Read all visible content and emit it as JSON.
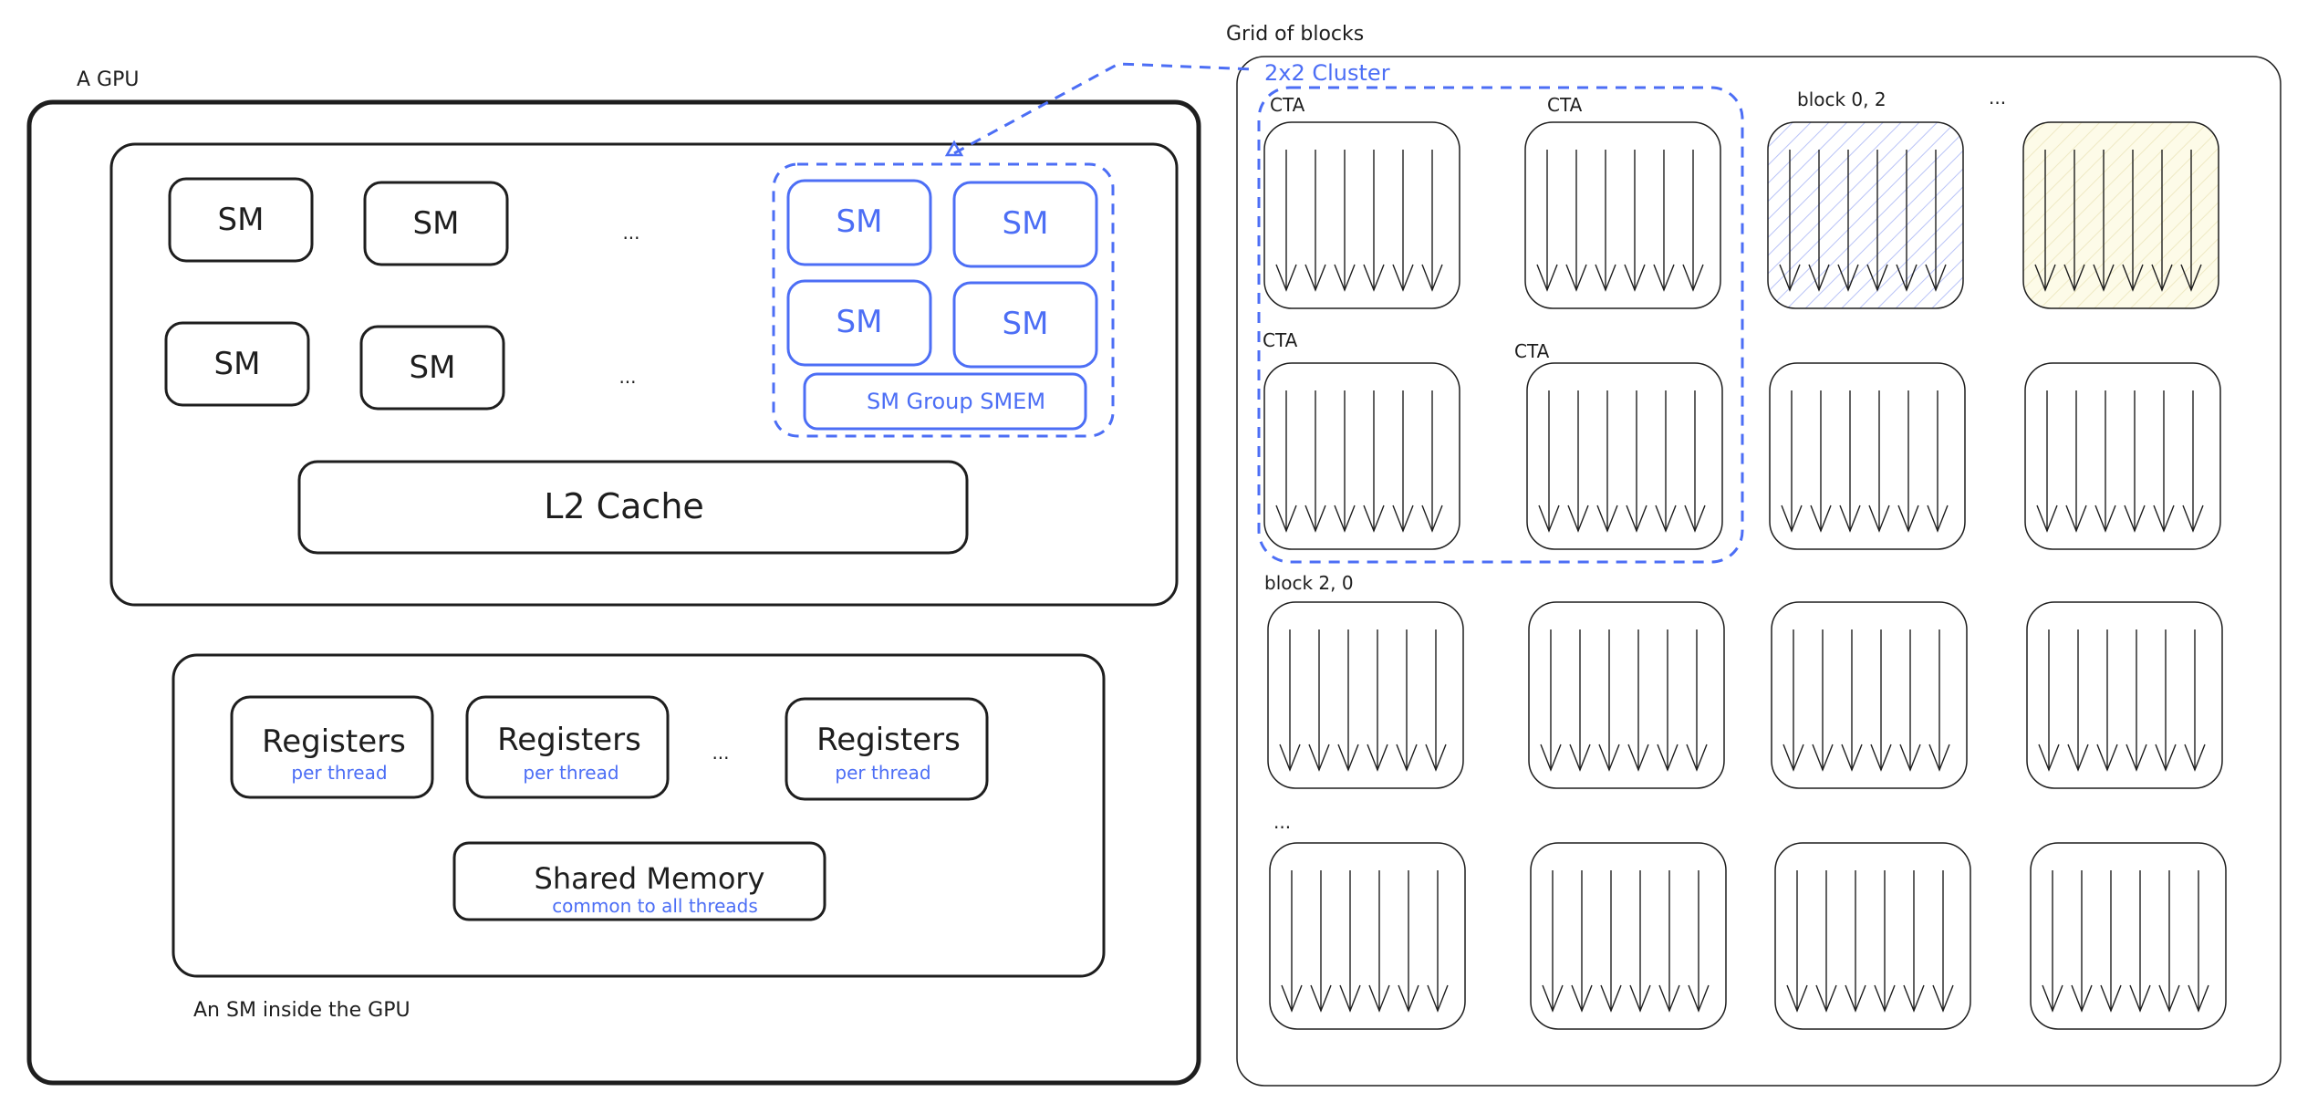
{
  "gpu": {
    "title": "A GPU",
    "sm_label": "SM",
    "ellipsis": "...",
    "sm_group": {
      "sm_label": "SM",
      "smem_label": "SM Group SMEM"
    },
    "l2_cache": "L2 Cache"
  },
  "sm_inside": {
    "caption": "An SM inside the GPU",
    "registers": [
      {
        "label": "Registers",
        "sub": "per thread"
      },
      {
        "label": "Registers",
        "sub": "per thread"
      },
      {
        "label": "Registers",
        "sub": "per thread"
      }
    ],
    "ellipsis": "...",
    "shared_memory": {
      "label": "Shared Memory",
      "sub": "common to all threads"
    }
  },
  "grid": {
    "title": "Grid of blocks",
    "cluster_label": "2x2 Cluster",
    "cta_label": "CTA",
    "block_0_2": "block 0, 2",
    "block_2_0": "block 2, 0",
    "ellipsis_top": "...",
    "ellipsis_left": "..."
  },
  "colors": {
    "ink": "#1e1e1e",
    "accent_blue": "#4c6ef5",
    "hatch_blue": "#a5b4fc",
    "highlight_yellow": "#fdfbe8"
  }
}
